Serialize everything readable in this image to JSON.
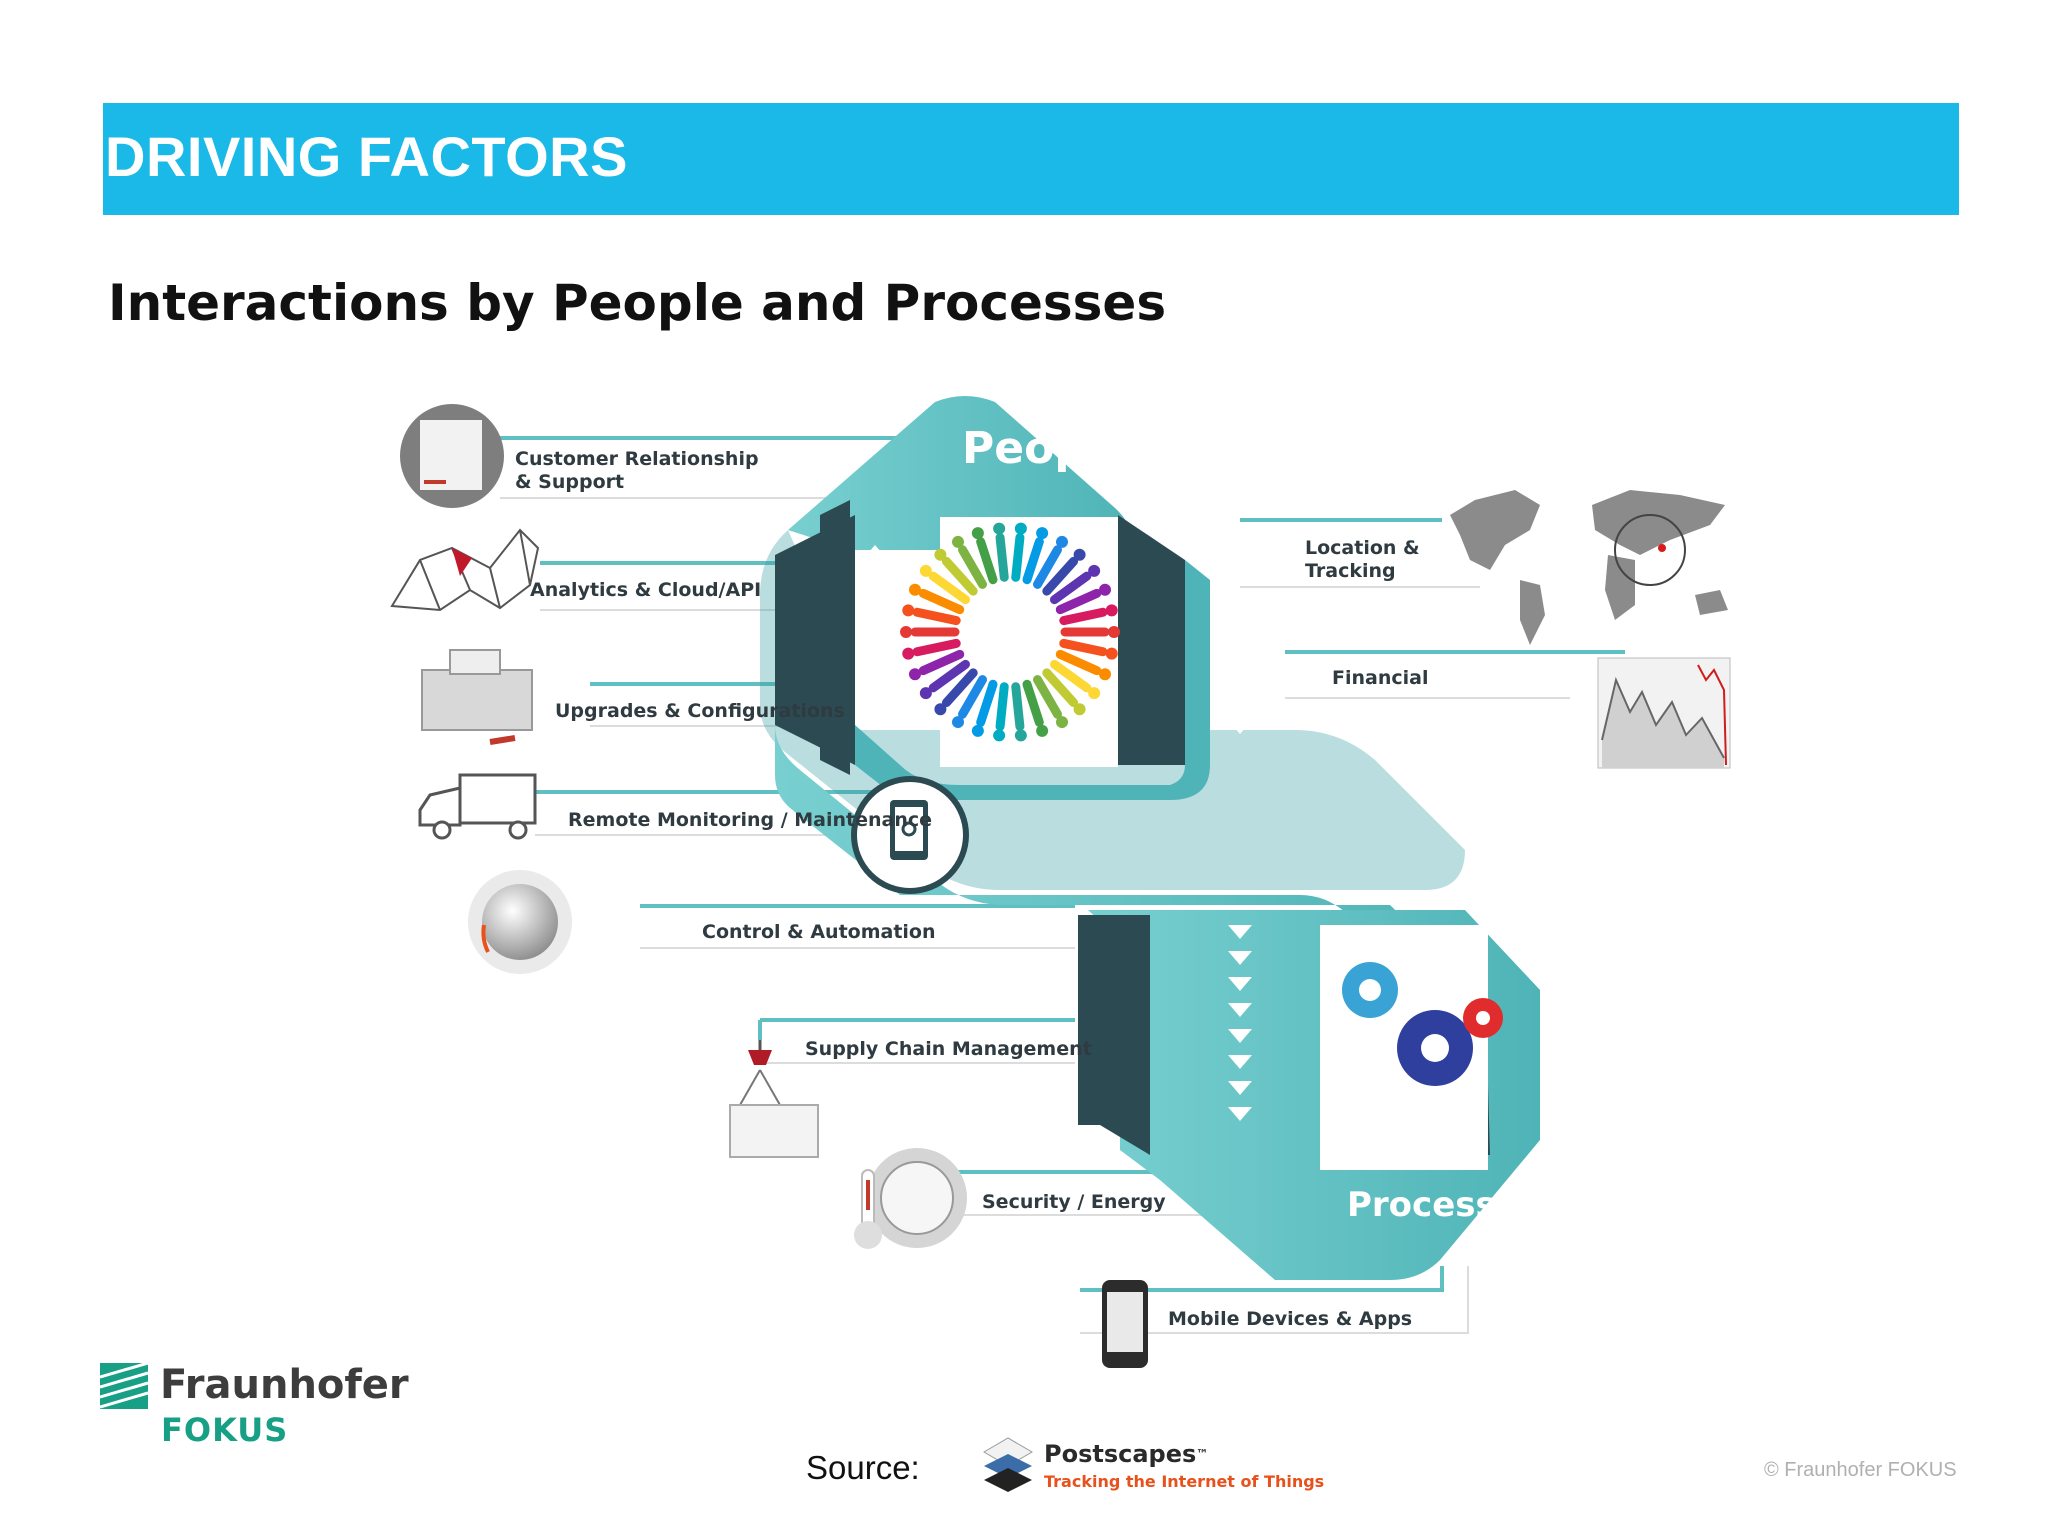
{
  "header": {
    "title": "DRIVING FACTORS"
  },
  "subtitle": "Interactions by People and Processes",
  "diagram": {
    "people_label": "People",
    "processes_label": "Processes",
    "left_items": [
      {
        "label_line1": "Customer Relationship",
        "label_line2": "& Support",
        "icon": "document-pen-icon"
      },
      {
        "label_line1": "Analytics & Cloud/API",
        "icon": "network-mesh-icon"
      },
      {
        "label_line1": "Upgrades & Configurations",
        "icon": "toolbox-icon"
      },
      {
        "label_line1": "Remote Monitoring / Maintenance",
        "icon": "truck-icon"
      },
      {
        "label_line1": "Control & Automation",
        "icon": "dial-knob-icon"
      },
      {
        "label_line1": "Supply Chain Management",
        "icon": "crane-hook-icon"
      },
      {
        "label_line1": "Security / Energy",
        "icon": "lock-thermometer-icon"
      },
      {
        "label_line1": "Mobile Devices & Apps",
        "icon": "smartphone-icon"
      }
    ],
    "right_items": [
      {
        "label_line1": "Location &",
        "label_line2": "Tracking",
        "icon": "world-map-icon"
      },
      {
        "label_line1": "Financial",
        "icon": "stock-chart-icon"
      }
    ]
  },
  "footer": {
    "logo_name": "Fraunhofer",
    "logo_unit": "FOKUS",
    "source_label": "Source:",
    "source_name": "Postscapes",
    "source_mark": "™",
    "source_tagline": "Tracking the Internet of Things",
    "copyright": "© Fraunhofer FOKUS"
  },
  "colors": {
    "header": "#1bb9e7",
    "band": "#5fbfc1",
    "dark_panel": "#2c4a52",
    "brand_green": "#17a086",
    "postscapes_orange": "#e8501c"
  }
}
